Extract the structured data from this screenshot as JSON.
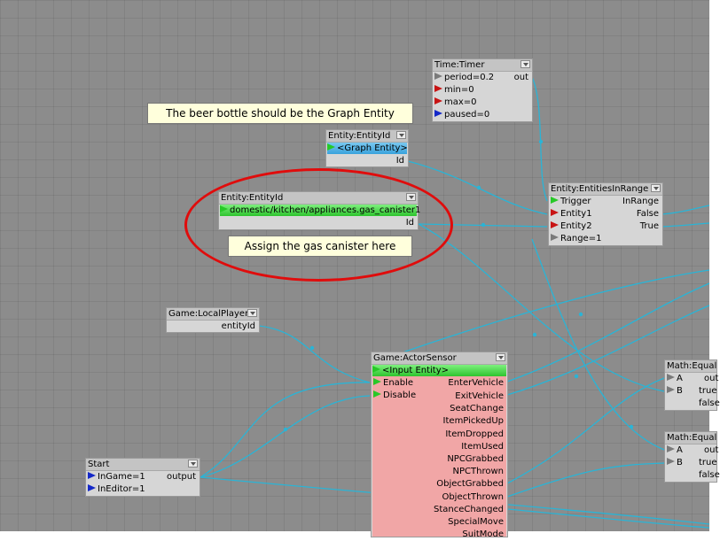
{
  "comments": {
    "graph_entity": "The beer bottle should be the Graph Entity",
    "gas_canister": "Assign the gas canister here"
  },
  "nodes": {
    "timer": {
      "title": "Time:Timer",
      "inputs": [
        "period=0.2",
        "min=0",
        "max=0",
        "paused=0"
      ],
      "output": "out"
    },
    "entity_graph": {
      "title": "Entity:EntityId",
      "entity": "<Graph Entity>",
      "output": "Id"
    },
    "entity_canister": {
      "title": "Entity:EntityId",
      "entity": "domestic/kitchen/appliances.gas_canister1",
      "output": "Id"
    },
    "in_range": {
      "title": "Entity:EntitiesInRange",
      "inputs": [
        "Trigger",
        "Entity1",
        "Entity2",
        "Range=1"
      ],
      "outputs": [
        "InRange",
        "False",
        "True"
      ]
    },
    "local_player": {
      "title": "Game:LocalPlayer",
      "output": "entityId"
    },
    "actor_sensor": {
      "title": "Game:ActorSensor",
      "entity": "<Input Entity>",
      "inputs": [
        "Enable",
        "Disable"
      ],
      "outputs": [
        "EnterVehicle",
        "ExitVehicle",
        "SeatChange",
        "ItemPickedUp",
        "ItemDropped",
        "ItemUsed",
        "NPCGrabbed",
        "NPCThrown",
        "ObjectGrabbed",
        "ObjectThrown",
        "StanceChanged",
        "SpecialMove",
        "SuitMode"
      ]
    },
    "start": {
      "title": "Start",
      "inputs": [
        "InGame=1",
        "InEditor=1"
      ],
      "output": "output"
    },
    "equal1": {
      "title": "Math:Equal",
      "inputs": [
        "A",
        "B"
      ],
      "outputs": [
        "out",
        "true",
        "false"
      ]
    },
    "equal2": {
      "title": "Math:Equal",
      "inputs": [
        "A",
        "B"
      ],
      "outputs": [
        "out",
        "true",
        "false"
      ]
    }
  },
  "colors": {
    "canvas": "#8c8c8c",
    "wire": "#2ab4d6",
    "highlight": "#e00c0c",
    "actor_body": "#f1a6a6",
    "entity_bar": "#4fd84f"
  },
  "icons": [
    "port-arrow-icon",
    "collapse-icon"
  ]
}
